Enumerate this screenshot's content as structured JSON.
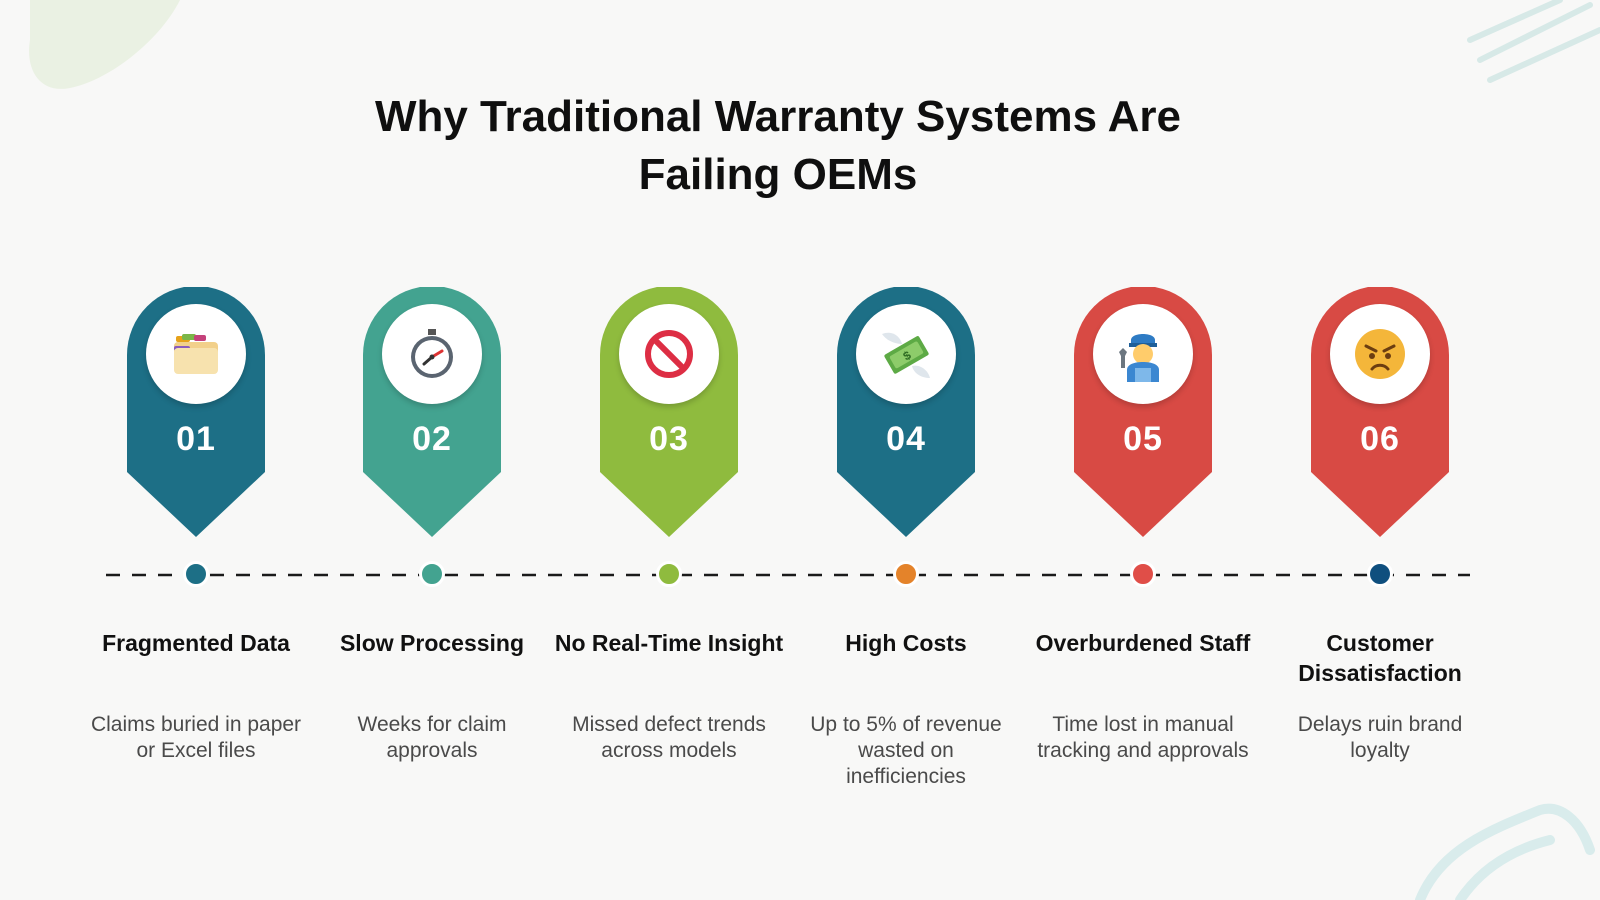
{
  "title": {
    "line1": "Why Traditional Warranty Systems Are",
    "line2": "Failing OEMs"
  },
  "steps": [
    {
      "number": "01",
      "icon": "folder-icon",
      "color": "#1d6f86",
      "dot_color": "#1d6f86",
      "heading": "Fragmented Data",
      "description": "Claims buried in paper or Excel files"
    },
    {
      "number": "02",
      "icon": "stopwatch-icon",
      "color": "#43a390",
      "dot_color": "#43a390",
      "heading": "Slow Processing",
      "description": "Weeks for claim approvals"
    },
    {
      "number": "03",
      "icon": "prohibited-icon",
      "color": "#8fbb3e",
      "dot_color": "#8fbb3e",
      "heading": "No Real-Time Insight",
      "description": "Missed defect trends across models"
    },
    {
      "number": "04",
      "icon": "money-with-wings-icon",
      "color": "#1d6f86",
      "dot_color": "#e4832a",
      "heading": "High Costs",
      "description": "Up to 5% of revenue wasted on inefficiencies"
    },
    {
      "number": "05",
      "icon": "mechanic-icon",
      "color": "#d84a44",
      "dot_color": "#e04e48",
      "heading": "Overburdened Staff",
      "description": "Time lost in manual tracking and approvals"
    },
    {
      "number": "06",
      "icon": "angry-face-icon",
      "color": "#d84a44",
      "dot_color": "#0f4f7e",
      "heading": "Customer Dissatisfaction",
      "description": "Delays ruin brand loyalty"
    }
  ]
}
